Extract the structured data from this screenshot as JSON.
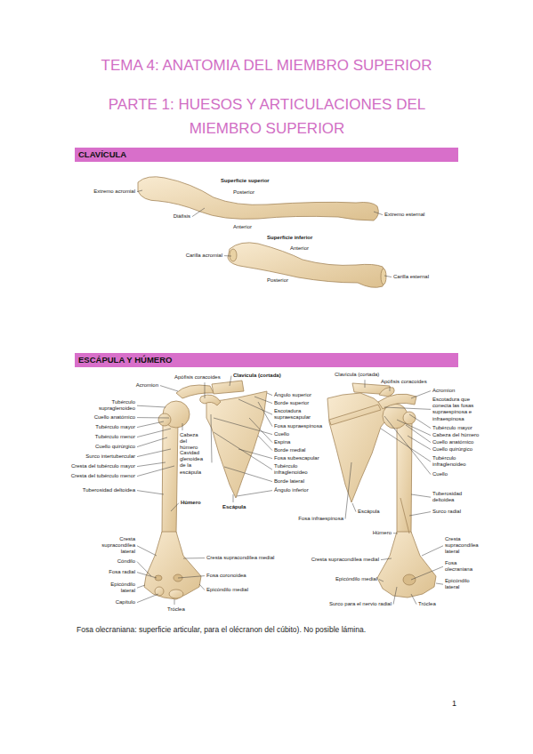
{
  "diagram": {
    "title": "TEMA 4: ANATOMIA DEL MIEMBRO SUPERIOR",
    "caption": "Fosa olecraniana: superficie articular, para el olécranon del cúbito). No posible lámina.",
    "nodes": [
      {
        "text": [
          "CLAVÍCULA"
        ]
      },
      {
        "text": [
          "ESCÁPULA Y HÚMERO"
        ]
      }
    ],
    "labels": [
      "PARTE 1: HUESOS Y ARTICULACIONES DEL MIEMBRO SUPERIOR",
      "Superficie superior",
      "Posterior",
      "Extremo acromial",
      "Diáfisis",
      "Anterior",
      "Extremo esternal",
      "Superficie inferior",
      "Anterior",
      "Carilla acromial",
      "Posterior",
      "Carilla esternal",
      "Acromion",
      "Apófisis coracoides",
      "Clavícula (cortada)",
      "Tubérculo supraglenoideo",
      "Cuello anatómico",
      "Tubérculo mayor",
      "Tubérculo menor",
      "Cuello quirúrgico",
      "Surco intertubercular",
      "Cresta del tubérculo mayor",
      "Cresta del tubérculo menor",
      "Tuberosidad deltoidea",
      "Húmero",
      "Cabeza del húmero",
      "Cavidad glenoidea de la escápula",
      "Escápula",
      "Ángulo superior",
      "Borde superior",
      "Escotadura supraescapular",
      "Fosa supraespinosa",
      "Cuello",
      "Espina",
      "Borde medial",
      "Fosa subescapular",
      "Tubérculo infraglenoideo",
      "Borde lateral",
      "Ángulo inferior",
      "Cresta supracondílea lateral",
      "Cóndilo",
      "Fosa radial",
      "Epicóndilo lateral",
      "Capítulo",
      "Tróclea",
      "Cresta supracondílea medial",
      "Fosa coronoidea",
      "Epicóndilo medial",
      "Clavícula (cortada)",
      "Apófisis coracoides",
      "Acromion",
      "Escotadura que conecta las fosas supraespinosa e infraespinosa",
      "Tubérculo mayor",
      "Cabeza del húmero",
      "Cuello anatómico",
      "Cuello quirúrgico",
      "Tubérculo infraglenoideo",
      "Cuello",
      "Tuberosidad deltoidea",
      "Surco radial",
      "Fosa infraespinosa",
      "Escápula",
      "Húmero",
      "Cresta supracondílea lateral",
      "Fosa olecraniana",
      "Epicóndilo lateral",
      "Cresta supracondílea medial",
      "Epicóndilo medial",
      "Surco para el nervio radial",
      "Tróclea",
      "1"
    ]
  }
}
